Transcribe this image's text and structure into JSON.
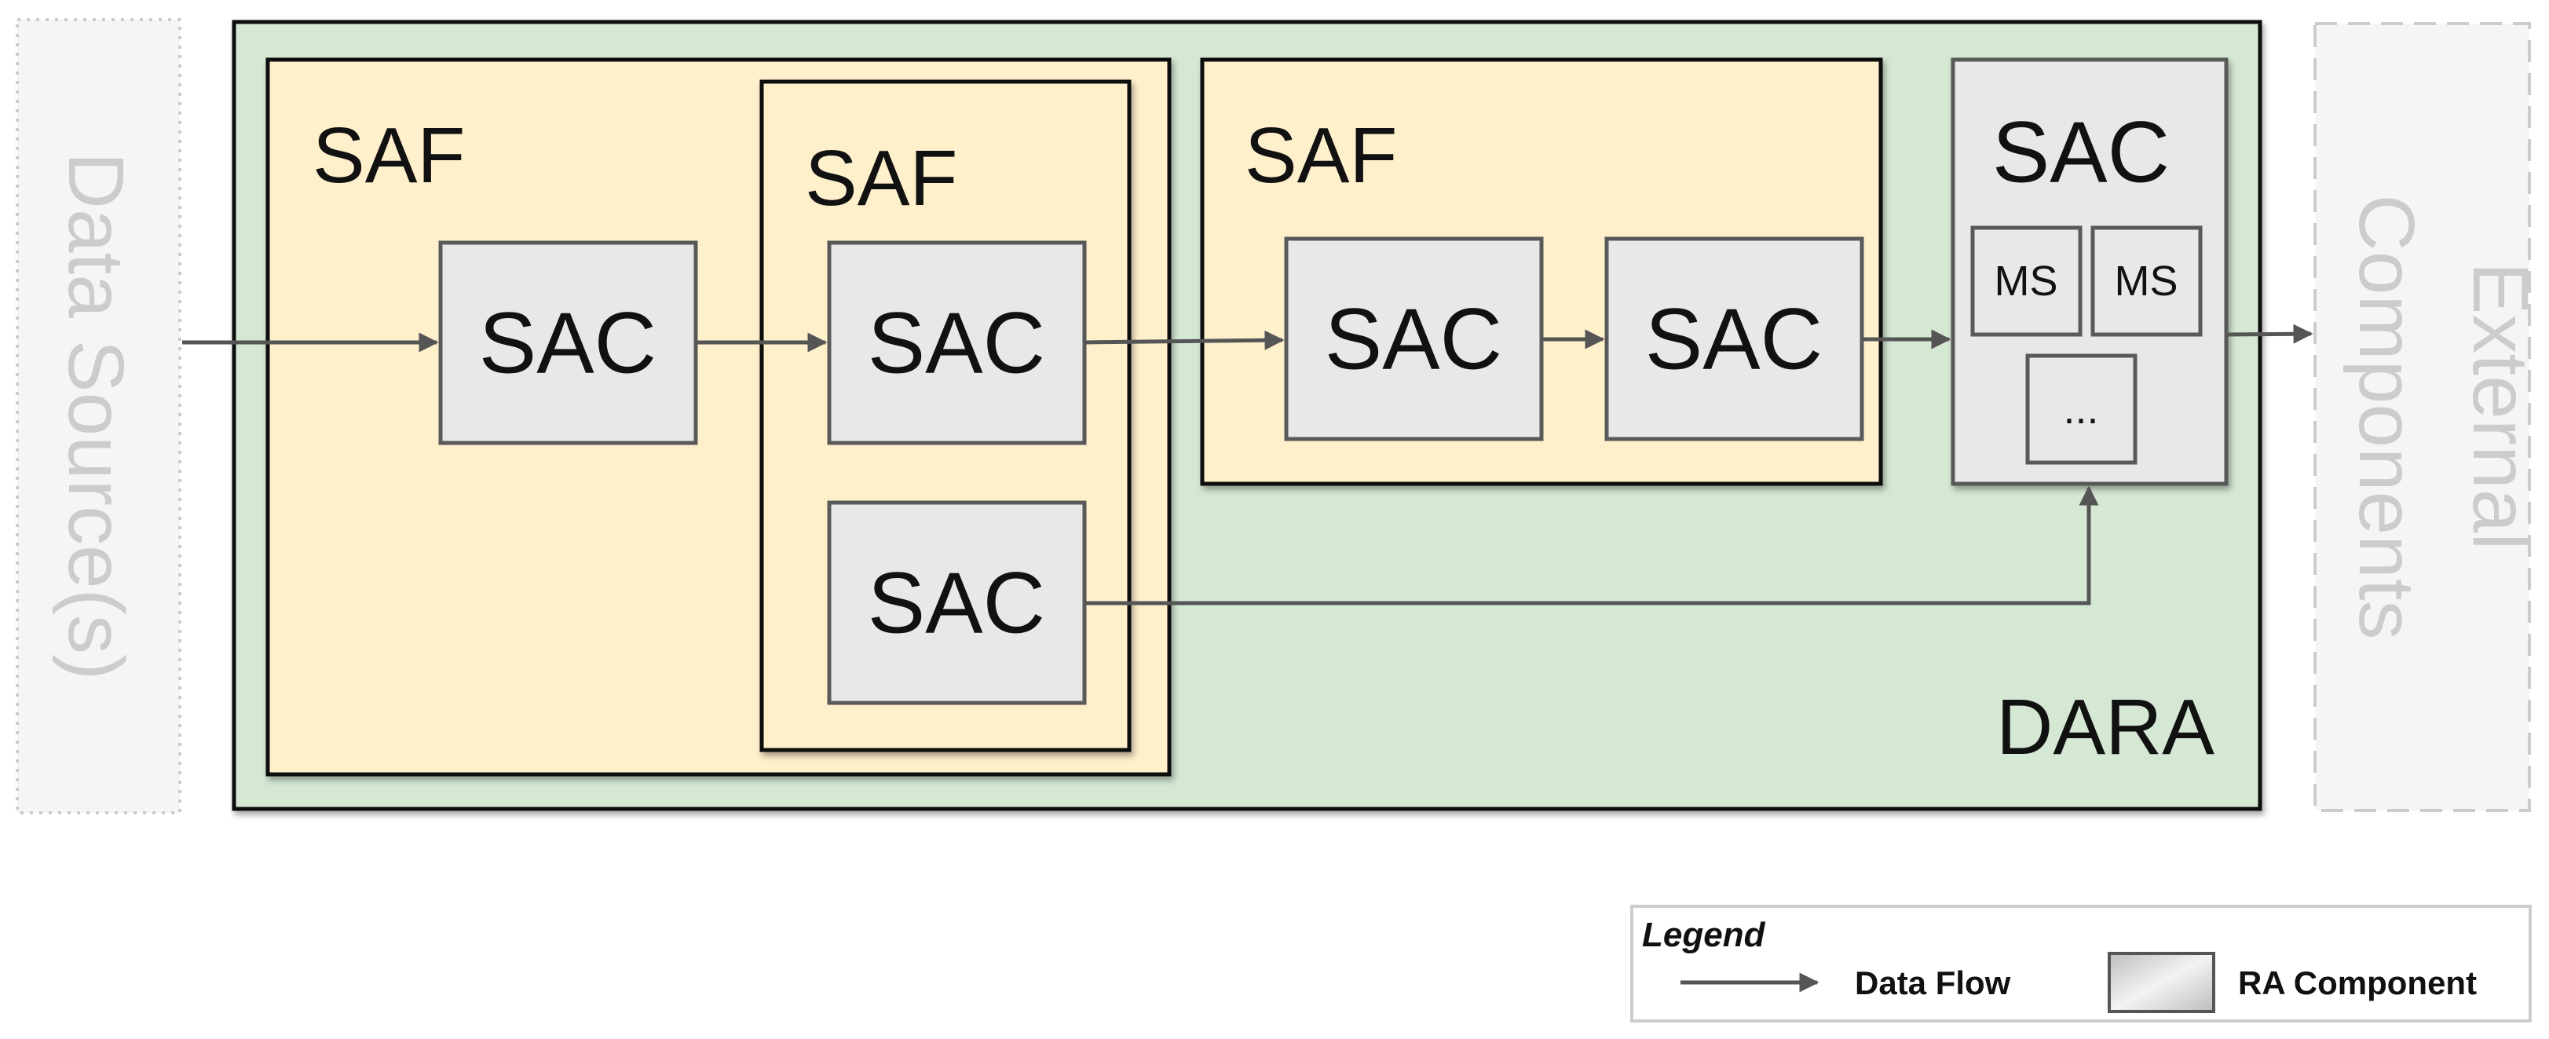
{
  "diagram": {
    "data_source_label": "Data Source(s)",
    "external_label": "External Components",
    "dara_label": "DARA",
    "saf_labels": [
      "SAF",
      "SAF",
      "SAF"
    ],
    "sac_label": "SAC",
    "ms_label": "MS",
    "ellipsis_label": "...",
    "colors": {
      "dara_fill": "#d5e8d4",
      "saf_fill": "#fff0cc",
      "sac_fill": "#e8e8e8",
      "arrow": "#555555",
      "placeholder_text": "#cccccc"
    }
  },
  "legend": {
    "title": "Legend",
    "data_flow": "Data Flow",
    "ra_component": "RA Component"
  }
}
